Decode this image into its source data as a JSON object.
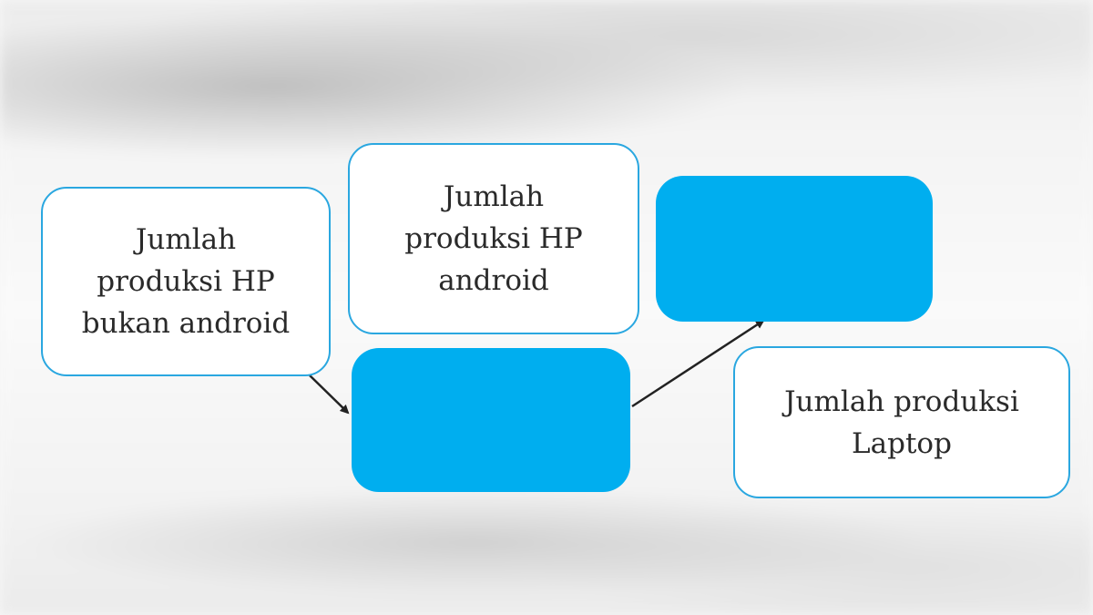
{
  "diagram": {
    "boxes": {
      "hp_non_android": "Jumlah\nproduksi HP\nbukan android",
      "hp_android": "Jumlah\nproduksi HP\nandroid",
      "laptop": "Jumlah produksi\nLaptop"
    },
    "colors": {
      "box_border": "#2aa7e0",
      "blank_fill": "#00aeef",
      "arrow": "#222222",
      "text": "#2a2a2a"
    }
  }
}
